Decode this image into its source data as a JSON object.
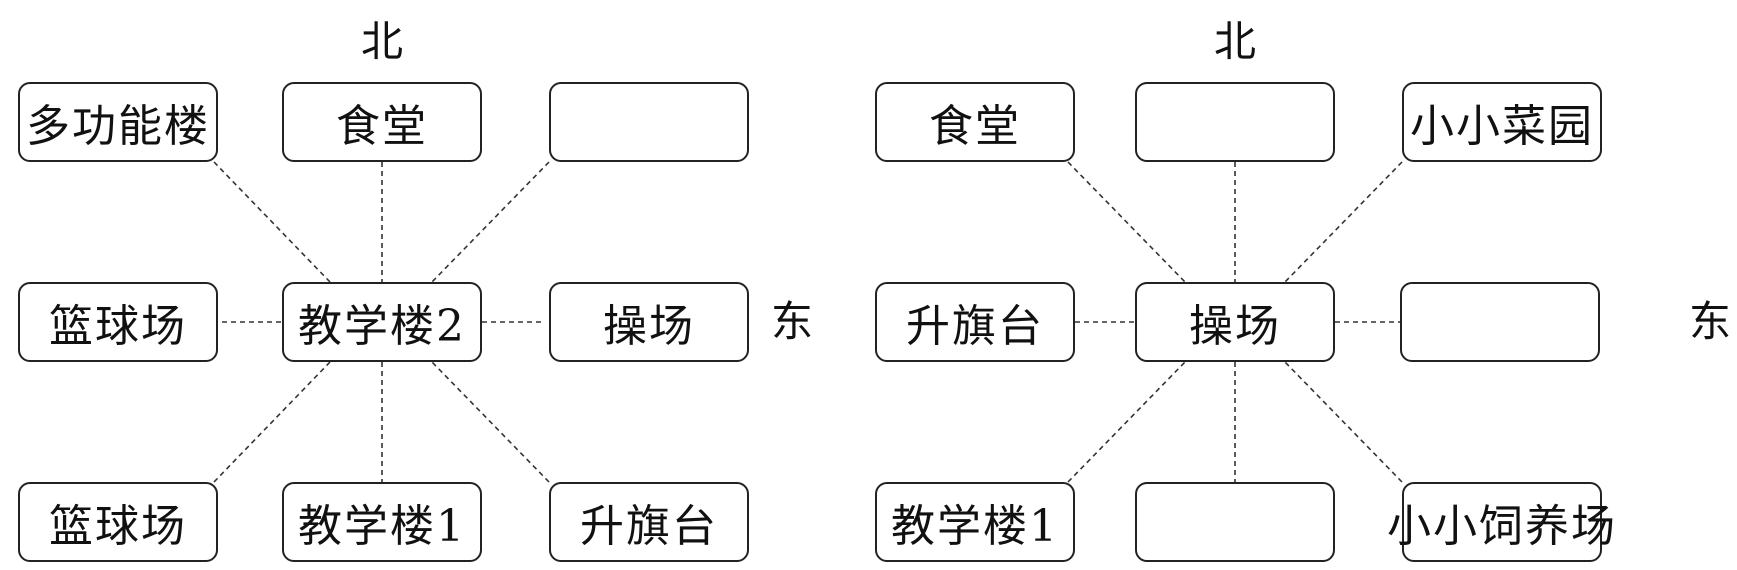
{
  "diagrams": [
    {
      "north_label": "北",
      "east_label": "东",
      "cells": {
        "nw": "多功能楼",
        "n": "食堂",
        "ne": "",
        "w": "篮球场",
        "c": "教学楼2",
        "e": "操场",
        "sw": "篮球场",
        "s": "教学楼1",
        "se": "升旗台"
      }
    },
    {
      "north_label": "北",
      "east_label": "东",
      "cells": {
        "nw": "食堂",
        "n": "",
        "ne": "小小菜园",
        "w": "升旗台",
        "c": "操场",
        "e": "",
        "sw": "教学楼1",
        "s": "",
        "se": "小小饲养场"
      }
    }
  ]
}
